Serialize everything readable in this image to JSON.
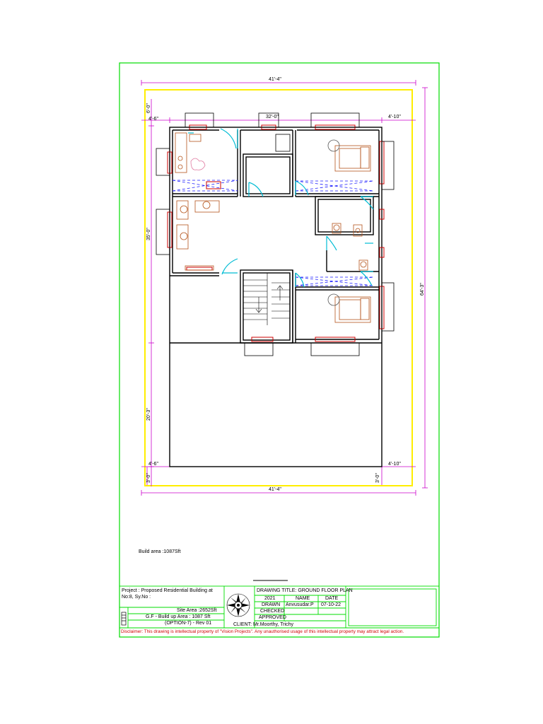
{
  "colors": {
    "sheet_border": "#00dd00",
    "plot_boundary": "#ffee00",
    "dimension": "#cc00cc",
    "walls": "#000000",
    "windows": "#cc0000",
    "doors": "#00bcd4",
    "beams": "#1a1aff",
    "furniture": "#b5541b",
    "disclaimer": "#d00000"
  },
  "dimensions": {
    "top_overall": "41'-4\"",
    "bottom_overall": "41'-4\"",
    "top_inner": "32'-0\"",
    "top_right_setback": "4'-10\"",
    "top_left_setback": "4'-6\"",
    "top_left_vertical": "6'-0\"",
    "left_building_depth": "35'-0\"",
    "left_open_area": "20'-3\"",
    "bottom_left_setback": "4'-6\"",
    "bottom_right_setback": "4'-10\"",
    "bottom_left_vertical": "3'-0\"",
    "bottom_right_vertical": "3'-0\"",
    "right_overall": "64'-3\""
  },
  "build_area_note": "Build area :1087Sft",
  "title_block": {
    "project": "Project : Proposed Residential Building at No:8, Sy.No :",
    "site_area": "Site Area :2652Sft",
    "gf_build_up_area": "G.F - Build up Area : 1087 Sft",
    "option": "(OPTION-7) - Rev 01",
    "client": "CLIENT: Mr.Moorthy, Trichy",
    "drawing_title": "DRAWING TITLE:  GROUND FLOOR PLAN",
    "year": "2021",
    "name_header": "NAME",
    "date_header": "DATE",
    "drawn_label": "DRAWN",
    "drawn_name": "Anvusudar.P",
    "drawn_date": "07-10-22",
    "checked_label": "CHECKED",
    "approved_label": "APPROVED",
    "disclaimer": "Disclaimer: This drawing is intellectual property of \"Vision Projects\". Any unauthorised usage of this intellectual property may attract legal action."
  }
}
